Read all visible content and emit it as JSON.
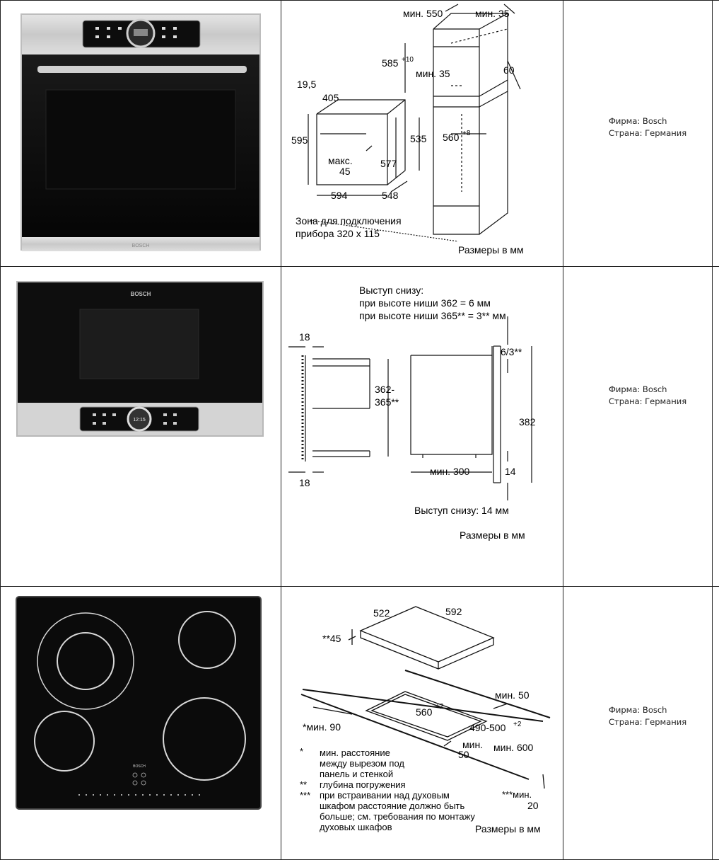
{
  "rows": [
    {
      "product": "built-in-oven",
      "brand_label": "BOSCH",
      "info": {
        "line1": "Фирма: Bosch",
        "line2": "Страна: Германия"
      },
      "diagram": {
        "labels": {
          "min550": "мин. 550",
          "min35_top": "мин. 35",
          "d585": "585",
          "d585_sup": "+10",
          "min35_mid": "мин. 35",
          "d60": "60",
          "d19_5": "19,5",
          "d405": "405",
          "d595": "595",
          "d535": "535",
          "d560": "560",
          "d560_sup": "+8",
          "max": "макс.",
          "max45": "45",
          "d577": "577",
          "d594": "594",
          "d548": "548",
          "zone1": "Зона для подключения",
          "zone2": "прибора 320 x 115",
          "units": "Размеры в мм"
        }
      }
    },
    {
      "product": "built-in-microwave",
      "brand_label": "BOSCH",
      "clock": "12:15",
      "info": {
        "line1": "Фирма: Bosch",
        "line2": "Страна: Германия"
      },
      "diagram": {
        "labels": {
          "h1": "Выступ снизу:",
          "h2": "при высоте ниши 362 = 6 мм",
          "h3": "при высоте ниши 365** = 3** мм",
          "d18_top": "18",
          "d18_bot": "18",
          "d362": "362-",
          "d365": "365**",
          "d6_3": "6/3**",
          "d382": "382",
          "d14": "14",
          "min300": "мин. 300",
          "bottom": "Выступ снизу: 14 мм",
          "units": "Размеры в мм"
        }
      }
    },
    {
      "product": "ceramic-hob",
      "brand_label": "BOSCH",
      "info": {
        "line1": "Фирма: Bosch",
        "line2": "Страна: Германия"
      },
      "diagram": {
        "labels": {
          "d522": "522",
          "d592": "592",
          "d45": "**45",
          "min50_r": "мин. 50",
          "d560": "560",
          "d560_sup": "+2",
          "min90": "*мин. 90",
          "d490": "490-500",
          "d490_sup": "+2",
          "min50_b1": "мин.",
          "min50_b2": "50",
          "min600": "мин. 600",
          "n1_star": "*",
          "n1a": "мин. расстояние",
          "n1b": "между вырезом под",
          "n1c": "панель и стенкой",
          "n2_star": "**",
          "n2a": "глубина погружения",
          "n3_star": "***",
          "n3a": "при встраивании над духовым",
          "n3b": "шкафом расстояние должно быть",
          "n3c": "больше; см. требования по монтажу",
          "n3d": "духовых шкафов",
          "min20a": "***мин.",
          "min20b": "20",
          "units": "Размеры в мм"
        }
      }
    }
  ]
}
